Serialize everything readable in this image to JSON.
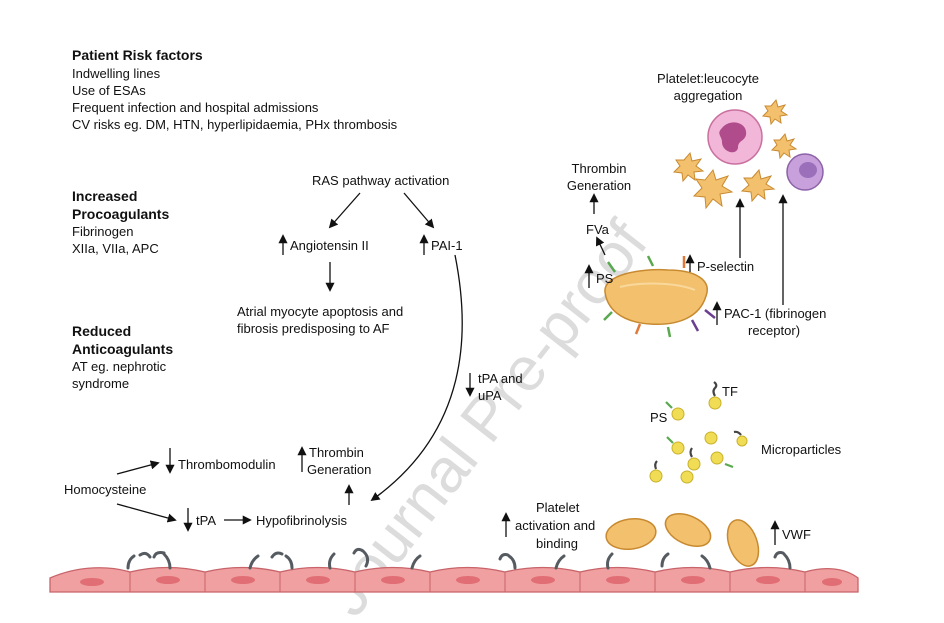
{
  "risk_factors": {
    "title": "Patient Risk factors",
    "items": [
      "Indwelling lines",
      "Use of ESAs",
      "Frequent infection and hospital admissions",
      "CV risks eg. DM, HTN, hyperlipidaemia, PHx thrombosis"
    ]
  },
  "procoagulants": {
    "title_line1": "Increased",
    "title_line2": "Procoagulants",
    "items": [
      "Fibrinogen",
      "XIIa, VIIa, APC"
    ]
  },
  "anticoagulants": {
    "title_line1": "Reduced",
    "title_line2": "Anticoagulants",
    "items": [
      "AT eg. nephrotic",
      "syndrome"
    ]
  },
  "ras": {
    "title": "RAS pathway activation",
    "angiotensin": "Angiotensin II",
    "pai": "PAI-1",
    "af_line1": "Atrial myocyte apoptosis and",
    "af_line2": "fibrosis predisposing to AF"
  },
  "fibrinolysis": {
    "tpa_upa_line1": "tPA and",
    "tpa_upa_line2": "uPA",
    "homocysteine": "Homocysteine",
    "thrombomodulin": "Thrombomodulin",
    "thrombin_line1": "Thrombin",
    "thrombin_line2": "Generation",
    "tpa": "tPA",
    "hypofibrinolysis": "Hypofibrinolysis"
  },
  "platelet": {
    "aggregation_line1": "Platelet:leucocyte",
    "aggregation_line2": "aggregation",
    "thrombin_line1": "Thrombin",
    "thrombin_line2": "Generation",
    "fva": "FVa",
    "ps": "PS",
    "p_selectin": "P-selectin",
    "pac1_line1": "PAC-1 (fibrinogen",
    "pac1_line2": "receptor)"
  },
  "microparticles": {
    "tf": "TF",
    "ps": "PS",
    "label": "Microparticles"
  },
  "activation": {
    "line1": "Platelet",
    "line2": "activation and",
    "line3": "binding",
    "vwf": "VWF"
  },
  "watermark": "Journal Pre-proof",
  "colors": {
    "platelet": "#f3c06e",
    "platelet_edge": "#c88a30",
    "endothelium": "#f0a0a0",
    "endothelium_edge": "#c8646a",
    "nucleus": "#e06e74",
    "leucocyte_pink": "#f2b6d8",
    "leucocyte_purple": "#c7a0dc",
    "microparticle": "#f1dd55",
    "receptor_green": "#5aa84f",
    "receptor_purple": "#6b3f8f",
    "receptor_orange": "#e07a3a",
    "vwf": "#555b60",
    "watermark": "#dadada"
  }
}
